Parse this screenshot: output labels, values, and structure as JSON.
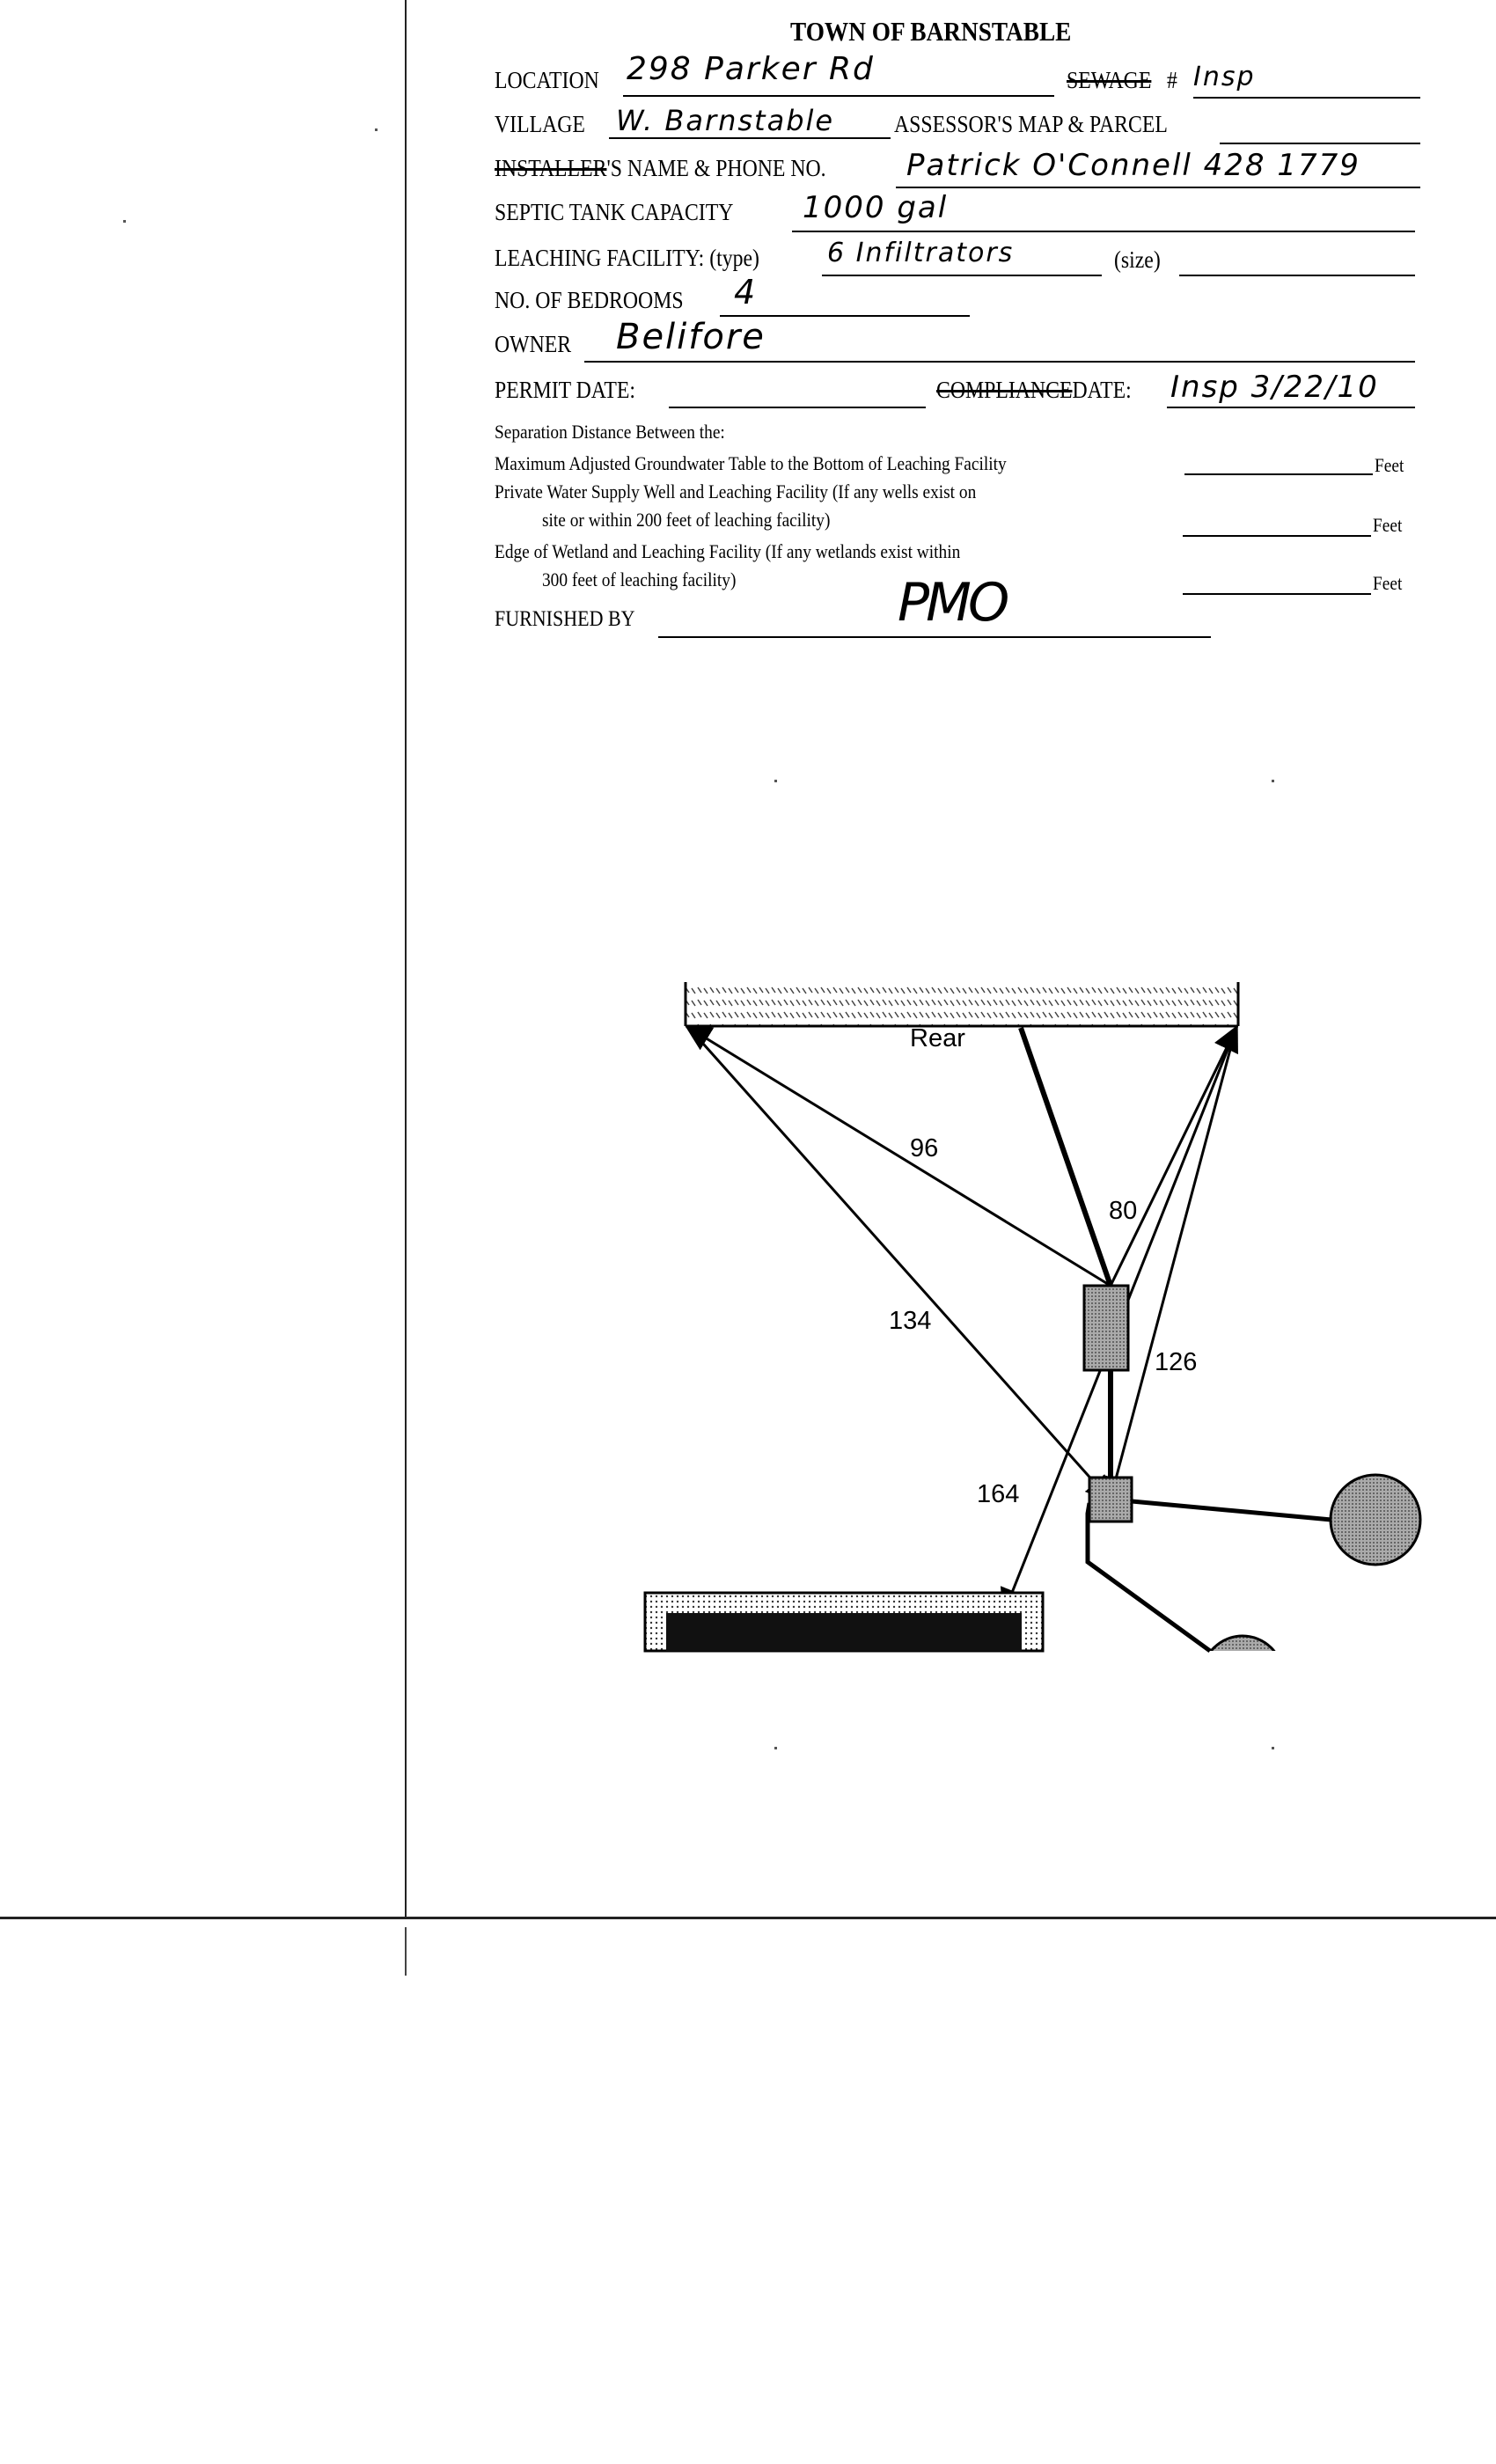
{
  "form": {
    "title": "TOWN OF BARNSTABLE",
    "location_label": "LOCATION",
    "location_value": "298 Parker Rd",
    "sewage_label_struck": "SEWAGE",
    "sewage_hash": "#",
    "sewage_value": "Insp",
    "village_label": "VILLAGE",
    "village_value": "W. Barnstable",
    "assessor_label": "ASSESSOR'S MAP & PARCEL",
    "installer_label_struck": "INSTALLER",
    "installer_label_rest": "'S NAME & PHONE NO.",
    "installer_value": "Patrick O'Connell  428 1779",
    "septic_label": "SEPTIC TANK CAPACITY",
    "septic_value": "1000 gal",
    "leaching_label": "LEACHING FACILITY: (type)",
    "leaching_value": "6 Infiltrators",
    "size_label": "(size)",
    "bedrooms_label": "NO. OF BEDROOMS",
    "bedrooms_value": "4",
    "owner_label": "OWNER",
    "owner_value": "Belifore",
    "permit_label": "PERMIT DATE:",
    "compliance_label_struck": "COMPLIANCE",
    "date_label": "DATE:",
    "compliance_value": "Insp 3/22/10",
    "separation_heading": "Separation Distance Between the:",
    "sep1": "Maximum Adjusted Groundwater Table to the Bottom of Leaching Facility",
    "sep2a": "Private Water Supply Well and Leaching Facility (If any wells exist on",
    "sep2b": "site or within 200 feet of leaching facility)",
    "sep3a": "Edge of Wetland and Leaching Facility (If any wetlands exist within",
    "sep3b": "300 feet of leaching facility)",
    "feet": "Feet",
    "furnished_label": "FURNISHED BY",
    "furnished_signature": "PMO"
  },
  "diagram": {
    "rear_label": "Rear",
    "distances": [
      "96",
      "80",
      "134",
      "126",
      "164"
    ]
  }
}
